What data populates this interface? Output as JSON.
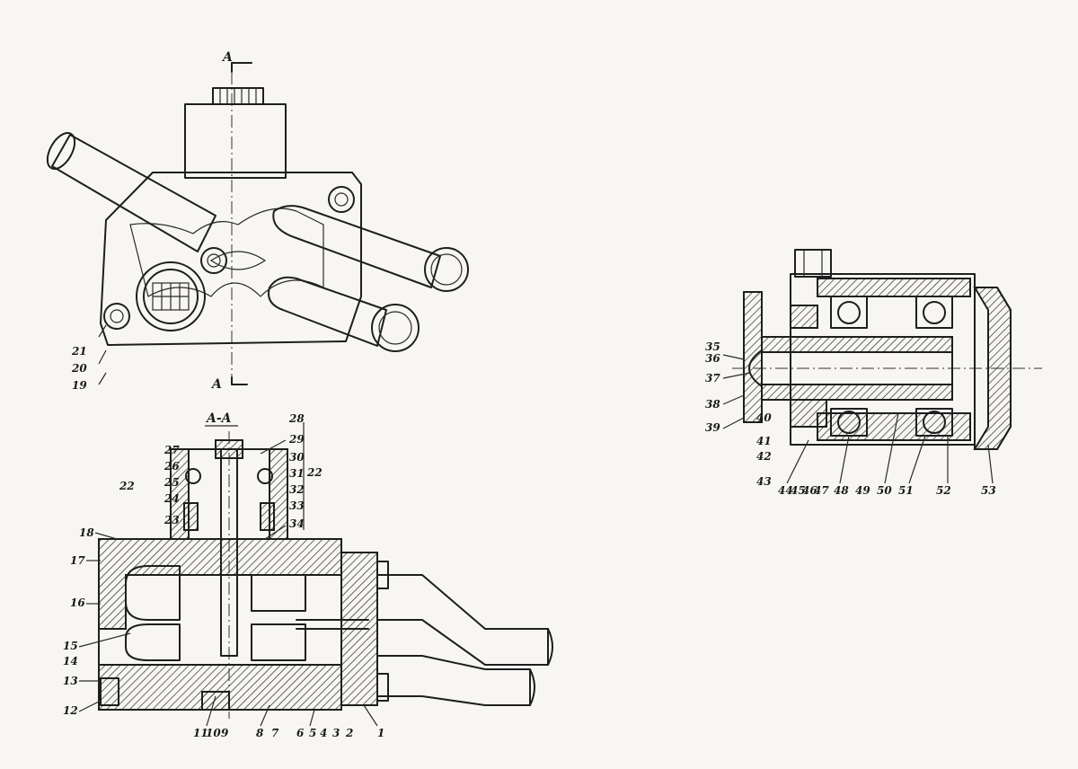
{
  "section_marks": {
    "top": "A",
    "bottom": "A",
    "section_title": "A-A"
  },
  "top_view_labels": [
    "21",
    "20",
    "19"
  ],
  "section_labels": [
    "27",
    "26",
    "25",
    "24",
    "23",
    "22",
    "18",
    "17",
    "16",
    "15",
    "14",
    "13",
    "12",
    "11",
    "10",
    "9",
    "8",
    "7",
    "6",
    "5",
    "4",
    "3",
    "2",
    "1",
    "28",
    "29",
    "30",
    "31",
    "32",
    "33",
    "34",
    "22"
  ],
  "hub_labels": [
    "35",
    "36",
    "37",
    "38",
    "39",
    "40",
    "41",
    "42",
    "43",
    "44",
    "45",
    "46",
    "47",
    "48",
    "49",
    "50",
    "51",
    "52",
    "53"
  ],
  "colors": {
    "ink": "#1e1e1e",
    "paper": "#f7f6f2"
  }
}
